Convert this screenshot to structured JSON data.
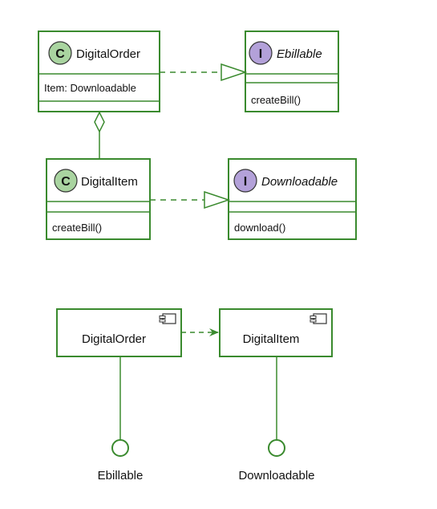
{
  "class_diagram": {
    "digital_order": {
      "stereotype": "C",
      "name": "DigitalOrder",
      "attributes": [
        "Item: Downloadable"
      ],
      "methods": []
    },
    "ebillable": {
      "stereotype": "I",
      "name": "Ebillable",
      "attributes": [],
      "methods": [
        "createBill()"
      ]
    },
    "digital_item": {
      "stereotype": "C",
      "name": "DigitalItem",
      "attributes": [],
      "methods": [
        "createBill()"
      ]
    },
    "downloadable": {
      "stereotype": "I",
      "name": "Downloadable",
      "attributes": [],
      "methods": [
        "download()"
      ]
    }
  },
  "component_diagram": {
    "components": [
      "DigitalOrder",
      "DigitalItem"
    ],
    "interfaces": [
      "Ebillable",
      "Downloadable"
    ]
  },
  "colors": {
    "border": "#3a8a2e",
    "class_badge": "#a9d4a0",
    "interface_badge": "#b3a1d9",
    "text": "#111111"
  }
}
